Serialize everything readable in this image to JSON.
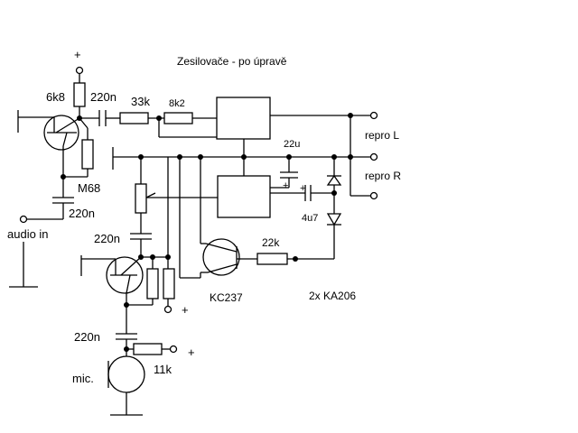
{
  "title": "Zesilovače -  po úpravě",
  "labels": {
    "plus_top": "+",
    "r_6k8": "6k8",
    "c_220n_top": "220n",
    "r_33k": "33k",
    "r_8k2": "8k2",
    "repro_l": "repro L",
    "c_22u": "22u",
    "repro_r": "repro R",
    "c_4u7": "4u7",
    "r_m68": "M68",
    "c_220n_in": "220n",
    "audio_in": "audio in",
    "c_220n_mid": "220n",
    "r_22k": "22k",
    "kc237": "KC237",
    "ka206": "2x KA206",
    "plus_mid": "+",
    "c_220n_mic": "220n",
    "plus_mic": "+",
    "r_11k": "11k",
    "mic": "mic.",
    "plus_c22u": "+",
    "plus_c4u7": "+"
  }
}
